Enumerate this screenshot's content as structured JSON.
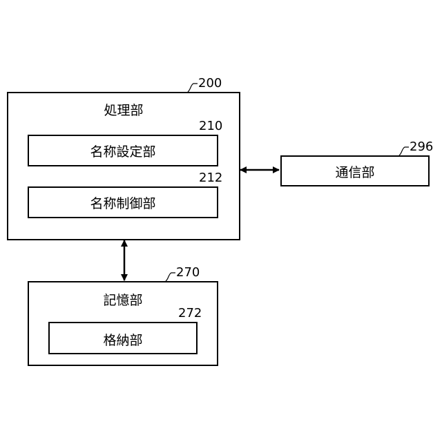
{
  "blocks": {
    "processing": {
      "label": "処理部",
      "ref": "200"
    },
    "name_setting": {
      "label": "名称設定部",
      "ref": "210"
    },
    "name_control": {
      "label": "名称制御部",
      "ref": "212"
    },
    "communication": {
      "label": "通信部",
      "ref": "296"
    },
    "storage": {
      "label": "記憶部",
      "ref": "270"
    },
    "storing": {
      "label": "格納部",
      "ref": "272"
    }
  }
}
